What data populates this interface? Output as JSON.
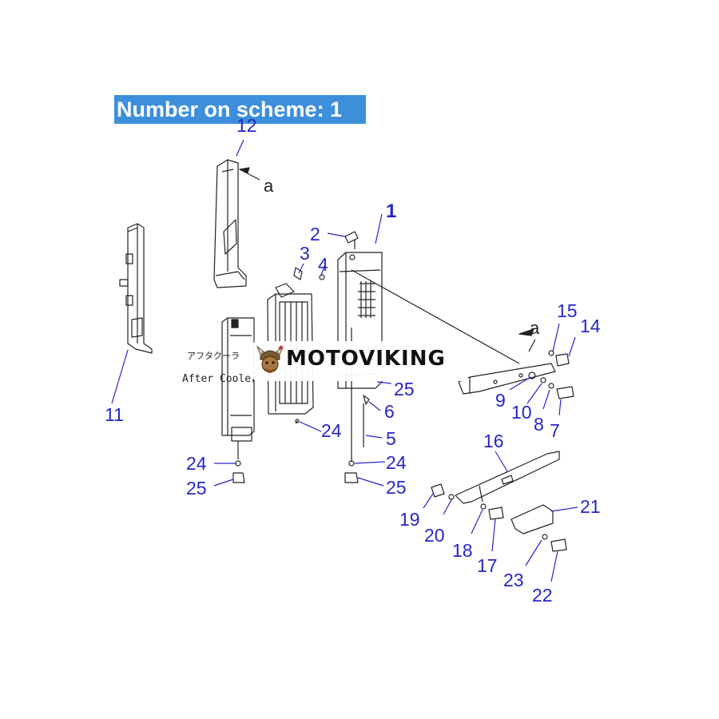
{
  "banner": {
    "text": "Number on scheme: 1",
    "color": "#3d8fdc"
  },
  "callouts": {
    "c1": "1",
    "c2": "2",
    "c3": "3",
    "c4": "4",
    "c5": "5",
    "c6": "6",
    "c7": "7",
    "c8": "8",
    "c9": "9",
    "c10": "10",
    "c11": "11",
    "c12": "12",
    "c14": "14",
    "c15": "15",
    "c16": "16",
    "c17": "17",
    "c18": "18",
    "c19": "19",
    "c20": "20",
    "c21": "21",
    "c22": "22",
    "c23": "23",
    "c24a": "24",
    "c24b": "24",
    "c24c": "24",
    "c25a": "25",
    "c25b": "25",
    "c25c": "25"
  },
  "reference_marks": {
    "a_top": "a",
    "a_right": "a"
  },
  "labels": {
    "aftercooler_jp": "アフタクーラ",
    "aftercooler_en": "After Cooler"
  },
  "watermark": {
    "brand": "MOTOVIKING"
  },
  "colors": {
    "callout": "#2626c6",
    "line": "#222222",
    "accent": "#3d8fdc"
  }
}
